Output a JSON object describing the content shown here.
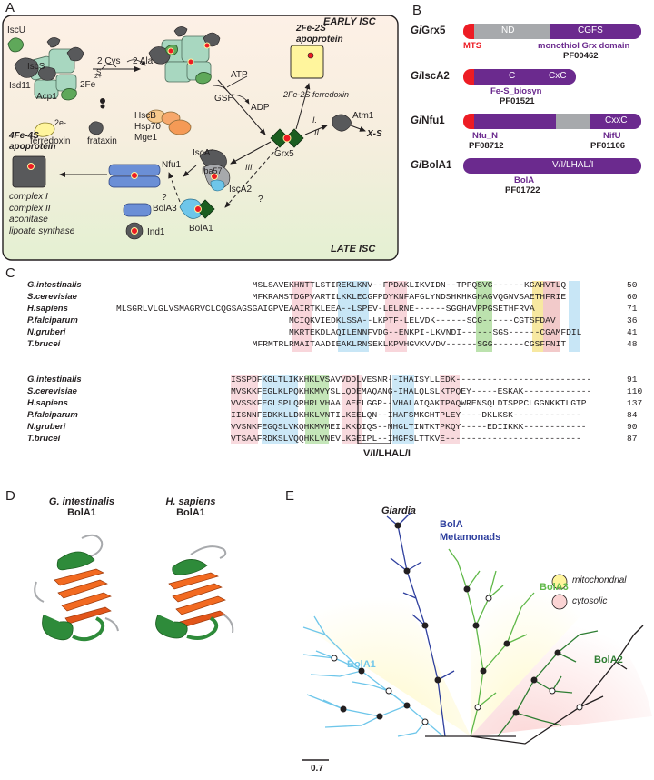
{
  "panels": {
    "A": "A",
    "B": "B",
    "C": "C",
    "D": "D",
    "E": "E"
  },
  "panelA": {
    "early": "EARLY ISC",
    "late": "LATE ISC",
    "labels": {
      "iscu": "IscU",
      "iscs": "IscS",
      "isd11": "Isd11",
      "acp1": "Acp1",
      "fe2": "2Fe",
      "two_plus": "2+",
      "s": "S",
      "cys": "2 Cys",
      "ala": "2 Ala",
      "e2": "2e-",
      "ferredoxin": "ferredoxin",
      "frataxin": "frataxin",
      "atp": "ATP",
      "adp": "ADP",
      "gsh": "GSH",
      "hscb": "HscB",
      "hsp70": "Hsp70",
      "mge1": "Mge1",
      "apo2": "2Fe-2S\napoprotein",
      "fd2": "2Fe-2S ferredoxin",
      "grx5": "Grx5",
      "atm1": "Atm1",
      "xs": "X-S",
      "i": "I.",
      "ii": "II.",
      "iii": "III.",
      "q1": "?",
      "q2": "?",
      "isca1": "IscA1",
      "iba57": "Iba57",
      "isca2": "IscA2",
      "nfu1": "Nfu1",
      "bola3": "BolA3",
      "ind1": "Ind1",
      "bola1": "BolA1",
      "apo4": "4Fe-4S\napoprotein",
      "targets": [
        "complex I",
        "complex II",
        "aconitase",
        "lipoate synthase"
      ]
    }
  },
  "panelB": {
    "rows": [
      {
        "prefix": "Gi",
        "name": "Grx5",
        "mts": "MTS",
        "nd": "ND",
        "motif": "CGFS",
        "domain": "monothiol Grx domain",
        "pfam": "PF00462"
      },
      {
        "prefix": "Gi",
        "name": "IscA2",
        "motif1": "C",
        "motif2": "CxC",
        "domain": "Fe-S_biosyn",
        "pfam": "PF01521"
      },
      {
        "prefix": "Gi",
        "name": "Nfu1",
        "motif": "CxxC",
        "domain1": "Nfu_N",
        "pfam1": "PF08712",
        "domain2": "NifU",
        "pfam2": "PF01106"
      },
      {
        "prefix": "Gi",
        "name": "BolA1",
        "motif": "V/I/LHAL/I",
        "domain": "BolA",
        "pfam": "PF01722"
      }
    ]
  },
  "panelC": {
    "block1": [
      {
        "name": "G.intestinalis",
        "seq": "                          MSLSAVEKHNTTLSTIREKLKNV--FPDAKLIKVIDN--TPPQSVG------KGAHVTLQ",
        "end": "50"
      },
      {
        "name": "S.cerevisiae",
        "seq": "                          MFKRAMSTDGPVARTILKKLECGFPDYKNFAFGLYNDSHKHKGHAGVQGNVSAETHFRIE",
        "end": "60"
      },
      {
        "name": "H.sapiens",
        "seq": "MLSGRLVLGLVSMAGRVCLCQGSAGSGAIGPVEAAIRTKLEEA--LSPEV-LELRNE------SGGHAVPPGSETHFRVA",
        "end": "71"
      },
      {
        "name": "P.falciparum",
        "seq": "                                 MCIQKVIEDKLSSA--LKPTF-LELVDK------SCG------CGTSFDAV",
        "end": "36"
      },
      {
        "name": "N.gruberi",
        "seq": "                                 MKRTEKDLAQILENNFVDG--ENKPI-LKVNDI------SGS------CGAMFDIL",
        "end": "41"
      },
      {
        "name": "T.brucei",
        "seq": "                          MFRMTRLRMAITAADIEAKLRNSEKLKPVHGVKVVDV------SGG------CGSFFNIT",
        "end": "48"
      }
    ],
    "block2": [
      {
        "name": "G.intestinalis",
        "seq": "ISSPDFKGLTLIKKHKLVSAVVDDLVESNR--IHAISYLLEDK--------------------------",
        "end": "91"
      },
      {
        "name": "S.cerevisiae",
        "seq": "MVSKKFEGLKLPQKHKMVYSLLQDEMAQANG-IHALQLSLKTPQEY-----ESKAK-------------",
        "end": "110"
      },
      {
        "name": "H.sapiens",
        "seq": "VVSSKFEGLSPLQRHRLVHAALAEELGGP--VHALAIQAKTPAQWRENSQLDTSPPCLGGNKKTLGTP",
        "end": "137"
      },
      {
        "name": "P.falciparum",
        "seq": "IISNNFEDKKLLDKHKLVNTILKEELQN--IHAFSMKCHTPLEY----DKLKSK-------------",
        "end": "84"
      },
      {
        "name": "N.gruberi",
        "seq": "VVSNKFEGQSLVKQHKMVMEILKKDIQS--MHGLTINTKTPKQY-----EDIIKKK------------",
        "end": "90"
      },
      {
        "name": "T.brucei",
        "seq": "VTSAAFRDKSLVQQHKLVNEVLKGEIPL--IHGFSLTTKVE--------------------------",
        "end": "87"
      }
    ],
    "motif_label": "V/I/LHAL/I"
  },
  "panelD": {
    "left_species": "G. intestinalis",
    "left_protein": "BolA1",
    "right_species": "H. sapiens",
    "right_protein": "BolA1"
  },
  "panelE": {
    "giardia": "Giardia",
    "bola_meta": "BolA\nMetamonads",
    "bola1": "BolA1",
    "bola3": "BolA3",
    "bola2": "BolA2",
    "legend_mito": "mitochondrial",
    "legend_cyto": "cytosolic",
    "scale": "0.7"
  },
  "colors": {
    "early_bg": "#fdf0e4",
    "late_bg": "#e6f1d4",
    "purple": "#6b2a8e",
    "grey_domain": "#a7a9ac",
    "mts_red": "#ed1c24",
    "dark_green": "#1b5e20",
    "bola1_blue": "#6ec6ea",
    "meta_blue": "#2e3f9e",
    "bola3_green": "#5fb848",
    "bola2_green": "#2e7d32"
  }
}
